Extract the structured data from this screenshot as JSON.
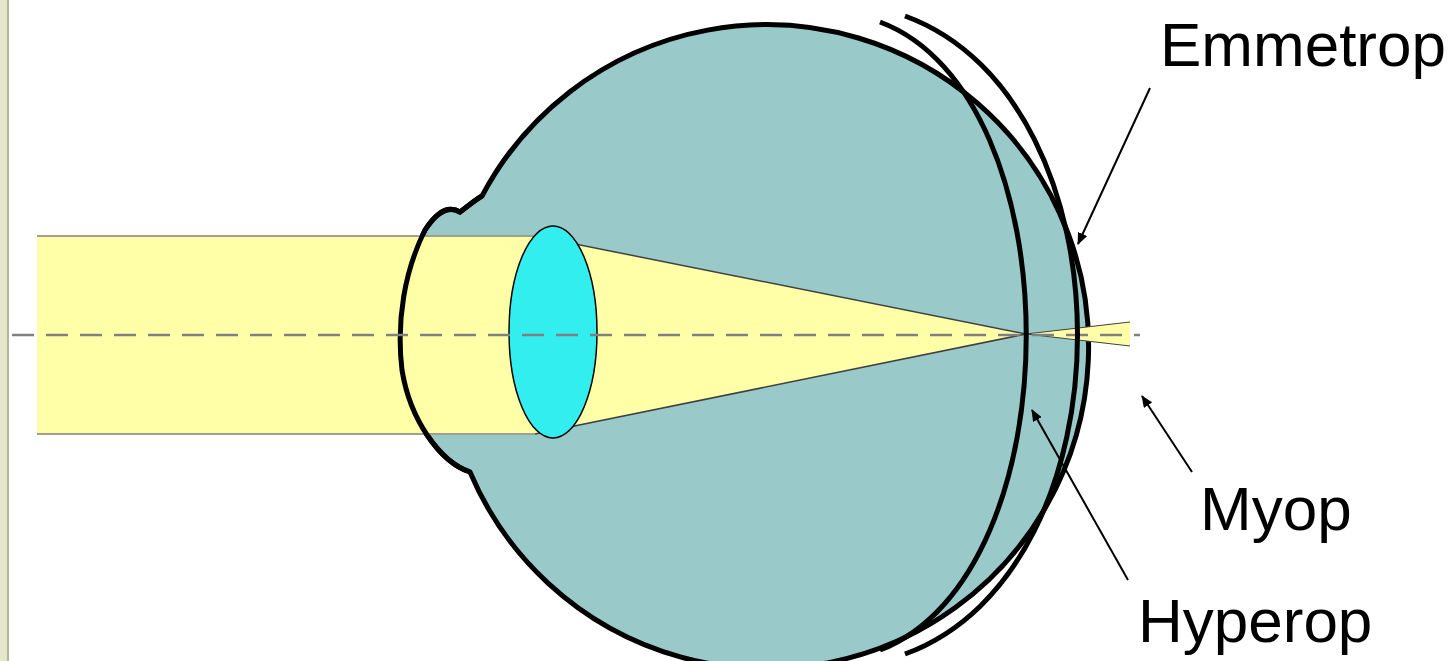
{
  "diagram": {
    "labels": [
      "Emmetrop",
      "Myop",
      "Hyperop"
    ]
  }
}
